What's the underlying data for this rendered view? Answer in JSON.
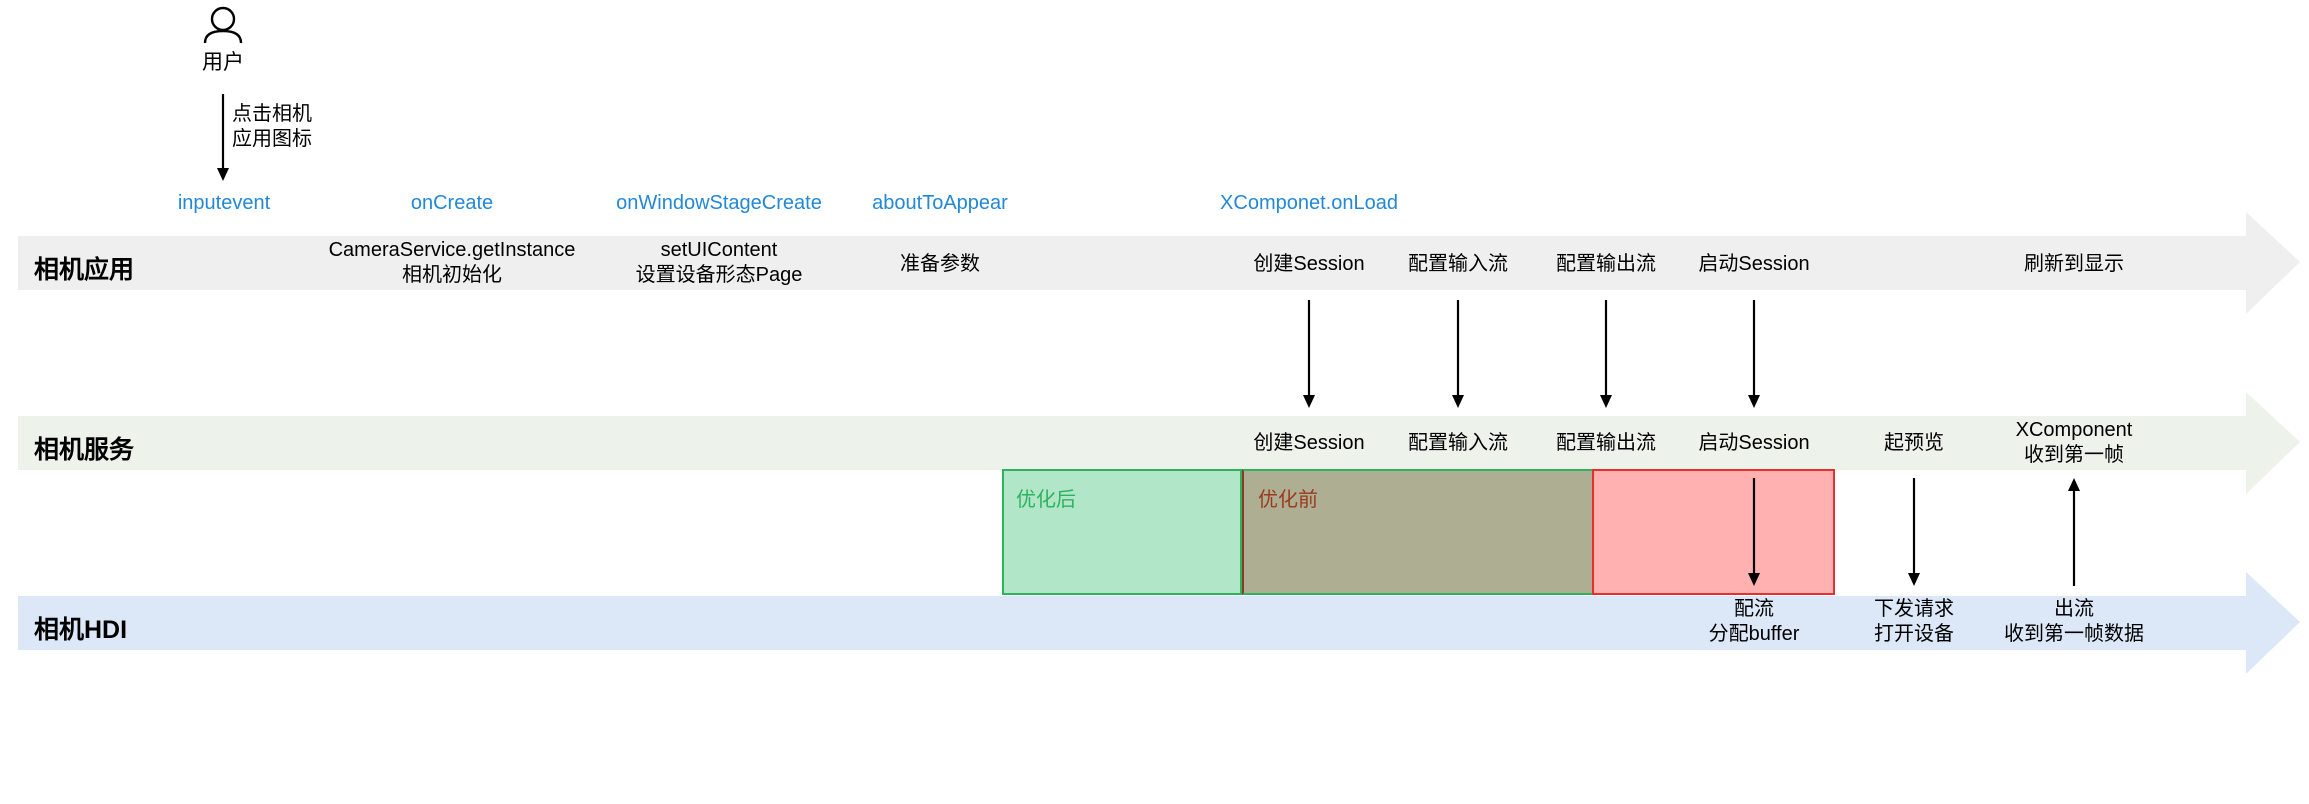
{
  "user": {
    "label": "用户",
    "action_lines": [
      "点击相机",
      "应用图标"
    ]
  },
  "callbacks": [
    "inputevent",
    "onCreate",
    "onWindowStageCreate",
    "aboutToAppear",
    "XComponet.onLoad"
  ],
  "lanes": {
    "app": {
      "label": "相机应用",
      "steps": [
        {
          "lines": [
            "CameraService.getInstance",
            "相机初始化"
          ]
        },
        {
          "lines": [
            "setUIContent",
            "设置设备形态Page"
          ]
        },
        {
          "lines": [
            "准备参数"
          ]
        },
        {
          "lines": [
            "创建Session"
          ]
        },
        {
          "lines": [
            "配置输入流"
          ]
        },
        {
          "lines": [
            "配置输出流"
          ]
        },
        {
          "lines": [
            "启动Session"
          ]
        },
        {
          "lines": [
            "刷新到显示"
          ]
        }
      ]
    },
    "service": {
      "label": "相机服务",
      "steps": [
        {
          "lines": [
            "创建Session"
          ]
        },
        {
          "lines": [
            "配置输入流"
          ]
        },
        {
          "lines": [
            "配置输出流"
          ]
        },
        {
          "lines": [
            "启动Session"
          ]
        },
        {
          "lines": [
            "起预览"
          ]
        },
        {
          "lines": [
            "XComponent",
            "收到第一帧"
          ]
        }
      ]
    },
    "hdi": {
      "label": "相机HDI",
      "steps": [
        {
          "lines": [
            "配流",
            "分配buffer"
          ]
        },
        {
          "lines": [
            "下发请求",
            "打开设备"
          ]
        },
        {
          "lines": [
            "出流",
            "收到第一帧数据"
          ]
        }
      ]
    }
  },
  "phases": {
    "after": {
      "label": "优化后",
      "color": "#2db35e"
    },
    "before": {
      "label": "优化前",
      "color": "#9b3a1f"
    }
  },
  "colors": {
    "callback": "#2288d8",
    "lane_app": "#efefef",
    "lane_service": "#edf3ea",
    "lane_hdi": "#dce8f8",
    "after_fill": "#b1e6c8",
    "before_fill": "#aeae92",
    "red_fill": "#ffb1b1",
    "red_border": "#e53030",
    "green_border": "#2db35e"
  }
}
